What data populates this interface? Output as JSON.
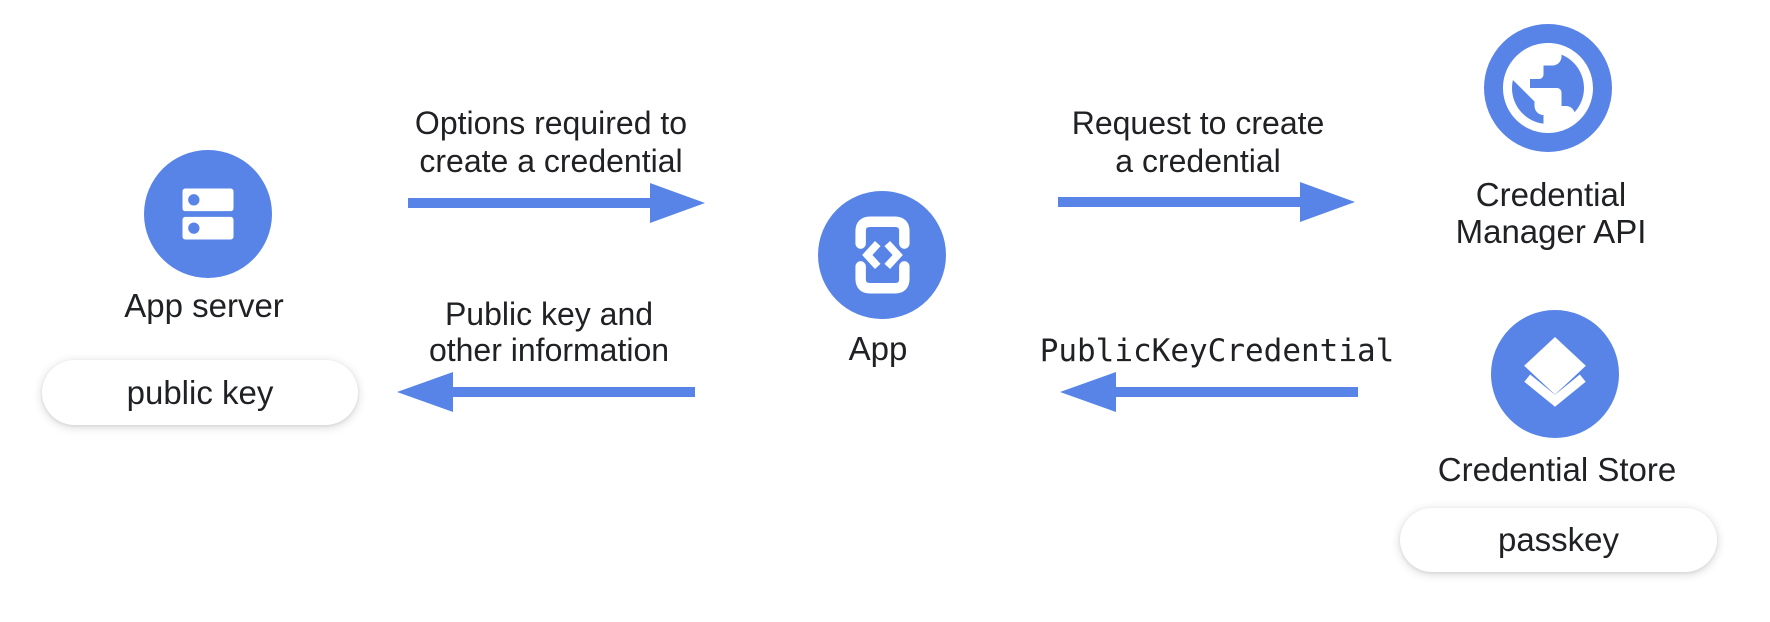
{
  "diagram": {
    "background": "#ffffff",
    "accent_blue": "#5884e8",
    "text_color": "#202124"
  },
  "nodes": {
    "app_server": {
      "label": "App server",
      "icon": "server-icon",
      "pill": "public key"
    },
    "app": {
      "label": "App",
      "icon": "phone-code-icon"
    },
    "credential_manager_api": {
      "label_line1": "Credential",
      "label_line2": "Manager API",
      "icon": "globe-icon"
    },
    "credential_store": {
      "label": "Credential Store",
      "icon": "layers-icon",
      "pill": "passkey"
    }
  },
  "flows": {
    "options_to_create": {
      "line1": "Options required to",
      "line2": "create a credential",
      "direction": "right",
      "from": "App server",
      "to": "App"
    },
    "request_to_create": {
      "line1": "Request to create",
      "line2": "a credential",
      "direction": "right",
      "from": "App",
      "to": "Credential Manager API"
    },
    "public_key_credential": {
      "label": "PublicKeyCredential",
      "direction": "left",
      "from": "Credential Store",
      "to": "App"
    },
    "public_key_info": {
      "line1": "Public key and",
      "line2": "other information",
      "direction": "left",
      "from": "App",
      "to": "App server"
    }
  }
}
